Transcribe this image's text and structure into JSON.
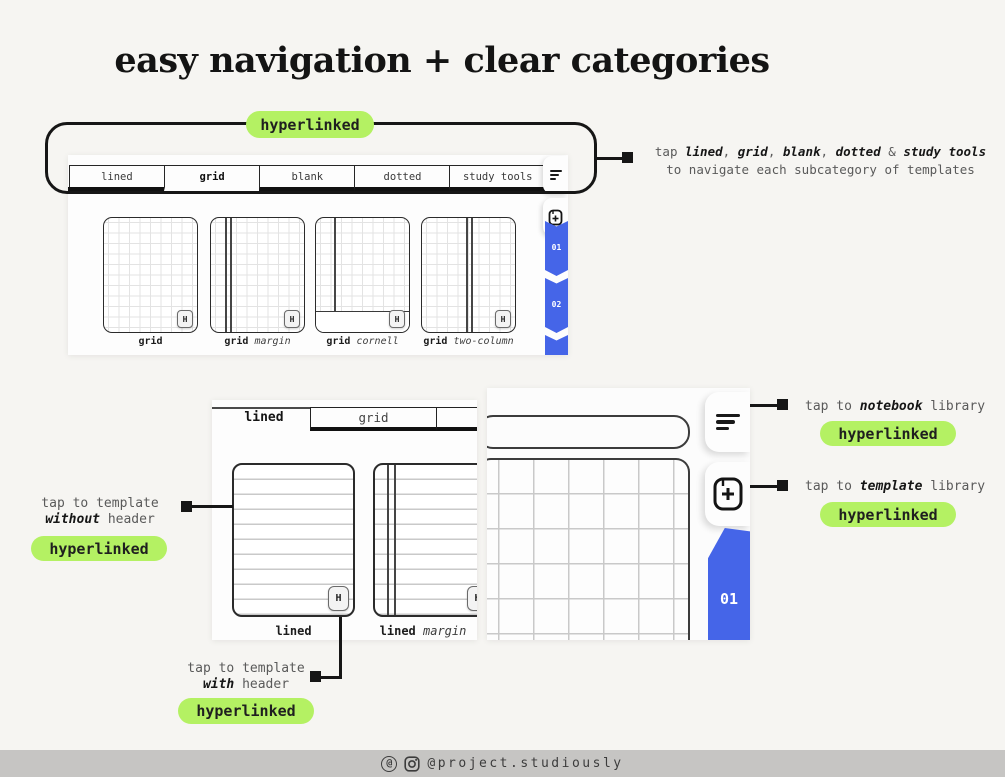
{
  "title": "easy navigation + clear categories",
  "pill_label": "hyperlinked",
  "colors": {
    "accent_green": "#b4f163",
    "accent_blue": "#4565e8"
  },
  "top_panel": {
    "tabs": [
      "lined",
      "grid",
      "blank",
      "dotted",
      "study tools"
    ],
    "active_tab": "grid",
    "cards": [
      {
        "name": "grid",
        "variant": ""
      },
      {
        "name": "grid",
        "variant": "margin"
      },
      {
        "name": "grid",
        "variant": "cornell"
      },
      {
        "name": "grid",
        "variant": "two-column"
      }
    ],
    "header_toggle": "H",
    "page_tabs": [
      "01",
      "02"
    ]
  },
  "top_annotation": {
    "tap": "tap ",
    "cat1": "lined",
    "comma1": ", ",
    "cat2": "grid",
    "comma2": ", ",
    "cat3": "blank",
    "comma3": ", ",
    "cat4": "dotted",
    "amp": " & ",
    "cat5": "study tools",
    "line2": "to navigate each subcategory of templates"
  },
  "mid_left_panel": {
    "tabs": [
      "lined",
      "grid"
    ],
    "active_tab": "lined",
    "cards": [
      {
        "name": "lined",
        "variant": ""
      },
      {
        "name": "lined",
        "variant": "margin"
      }
    ],
    "header_toggle": "H"
  },
  "mid_right_panel": {
    "page_tab": "01"
  },
  "annotations": {
    "without_header": {
      "line1": "tap to template",
      "bold": "without",
      "rest": " header"
    },
    "with_header": {
      "line1": "tap to template",
      "bold": "with",
      "rest": " header"
    },
    "notebook": {
      "pre": "tap to ",
      "bold": "notebook",
      "post": " library"
    },
    "template": {
      "pre": "tap to ",
      "bold": "template",
      "post": " library"
    }
  },
  "footer": {
    "handle": "@project.studiously"
  }
}
